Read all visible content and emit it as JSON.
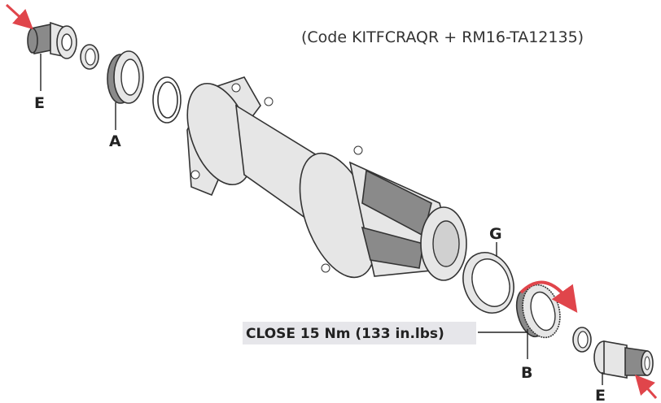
{
  "diagram": {
    "code_note": "(Code KITFCRAQR + RM16-TA12135)",
    "torque_note": "CLOSE 15 Nm (133 in.lbs)",
    "labels": {
      "E_top": "E",
      "A": "A",
      "G": "G",
      "B": "B",
      "E_bottom": "E"
    },
    "colors": {
      "arrow": "#e0454b",
      "highlight": "#e6e6ea",
      "line": "#333333"
    }
  }
}
